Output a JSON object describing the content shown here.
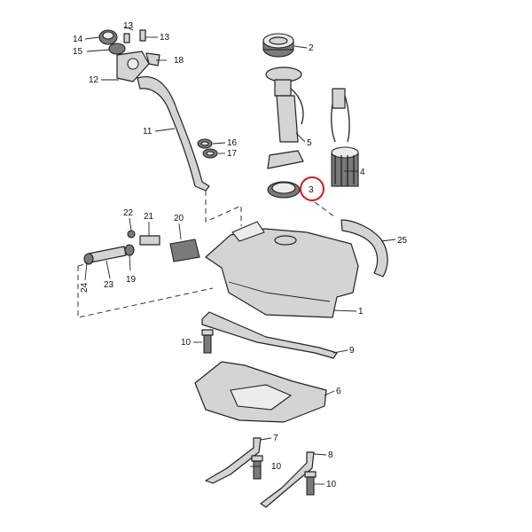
{
  "diagram": {
    "callouts": [
      "1",
      "2",
      "3",
      "4",
      "5",
      "6",
      "7",
      "8",
      "9",
      "10",
      "10",
      "10",
      "10",
      "11",
      "12",
      "13",
      "13",
      "14",
      "15",
      "16",
      "17",
      "18",
      "19",
      "20",
      "21",
      "22",
      "23",
      "24",
      "25"
    ],
    "highlighted_callout": "3",
    "highlight_color": "#e0161b"
  }
}
